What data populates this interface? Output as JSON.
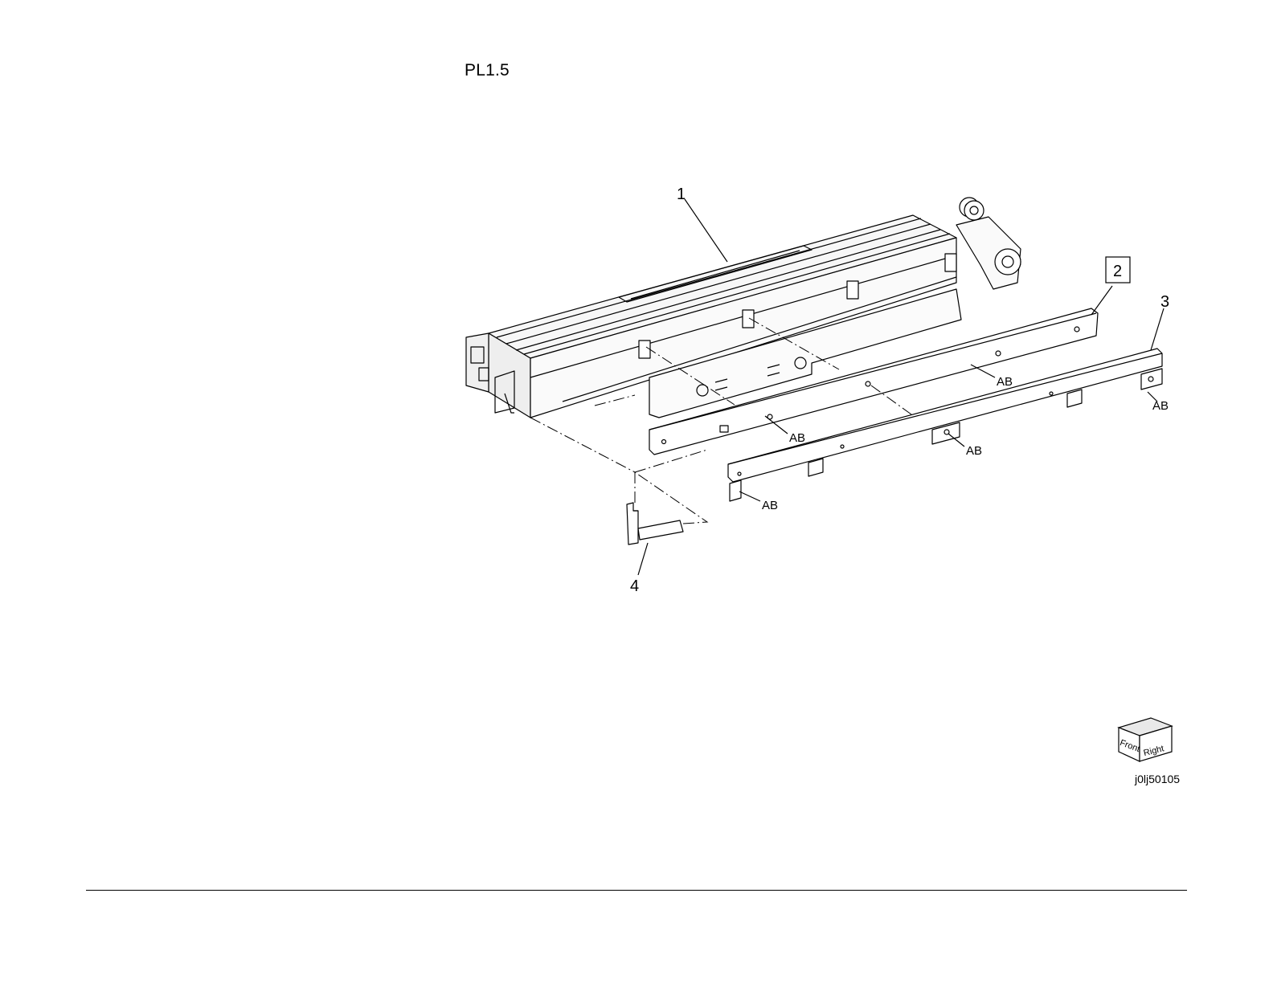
{
  "header": {
    "title": "PL1.5"
  },
  "callouts": {
    "item_1": "1",
    "item_2": "2",
    "item_3": "3",
    "item_4": "4",
    "ab": "AB"
  },
  "orientation_cube": {
    "front": "Front",
    "right": "Right"
  },
  "figure_id": "j0lj50105"
}
